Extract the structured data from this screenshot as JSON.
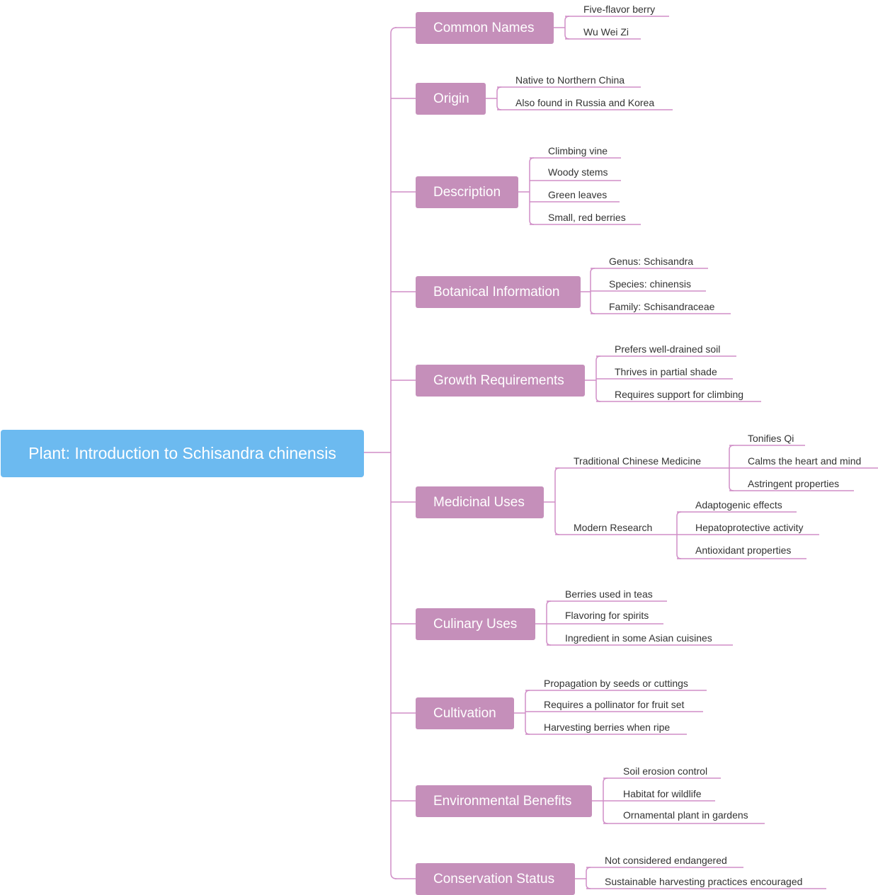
{
  "colors": {
    "root": "#6cbaf0",
    "branch": "#c58fba",
    "line": "#d08ec7",
    "leaf_text": "#333333"
  },
  "root": {
    "label": "Plant: Introduction to Schisandra chinensis"
  },
  "branches": [
    {
      "label": "Common Names",
      "children": [
        "Five-flavor berry",
        "Wu Wei Zi"
      ]
    },
    {
      "label": "Origin",
      "children": [
        "Native to Northern China",
        "Also found in Russia and Korea"
      ]
    },
    {
      "label": "Description",
      "children": [
        "Climbing vine",
        "Woody stems",
        "Green leaves",
        "Small, red berries"
      ]
    },
    {
      "label": "Botanical Information",
      "children": [
        "Genus: Schisandra",
        "Species: chinensis",
        "Family: Schisandraceae"
      ]
    },
    {
      "label": "Growth Requirements",
      "children": [
        "Prefers well-drained soil",
        "Thrives in partial shade",
        "Requires support for climbing"
      ]
    },
    {
      "label": "Medicinal Uses",
      "subgroups": [
        {
          "label": "Traditional Chinese Medicine",
          "children": [
            "Tonifies Qi",
            "Calms the heart and mind",
            "Astringent properties"
          ]
        },
        {
          "label": "Modern Research",
          "children": [
            "Adaptogenic effects",
            "Hepatoprotective activity",
            "Antioxidant properties"
          ]
        }
      ]
    },
    {
      "label": "Culinary Uses",
      "children": [
        "Berries used in teas",
        "Flavoring for spirits",
        "Ingredient in some Asian cuisines"
      ]
    },
    {
      "label": "Cultivation",
      "children": [
        "Propagation by seeds or cuttings",
        "Requires a pollinator for fruit set",
        "Harvesting berries when ripe"
      ]
    },
    {
      "label": "Environmental Benefits",
      "children": [
        "Soil erosion control",
        "Habitat for wildlife",
        "Ornamental plant in gardens"
      ]
    },
    {
      "label": "Conservation Status",
      "children": [
        "Not considered endangered",
        "Sustainable harvesting practices encouraged"
      ]
    }
  ]
}
